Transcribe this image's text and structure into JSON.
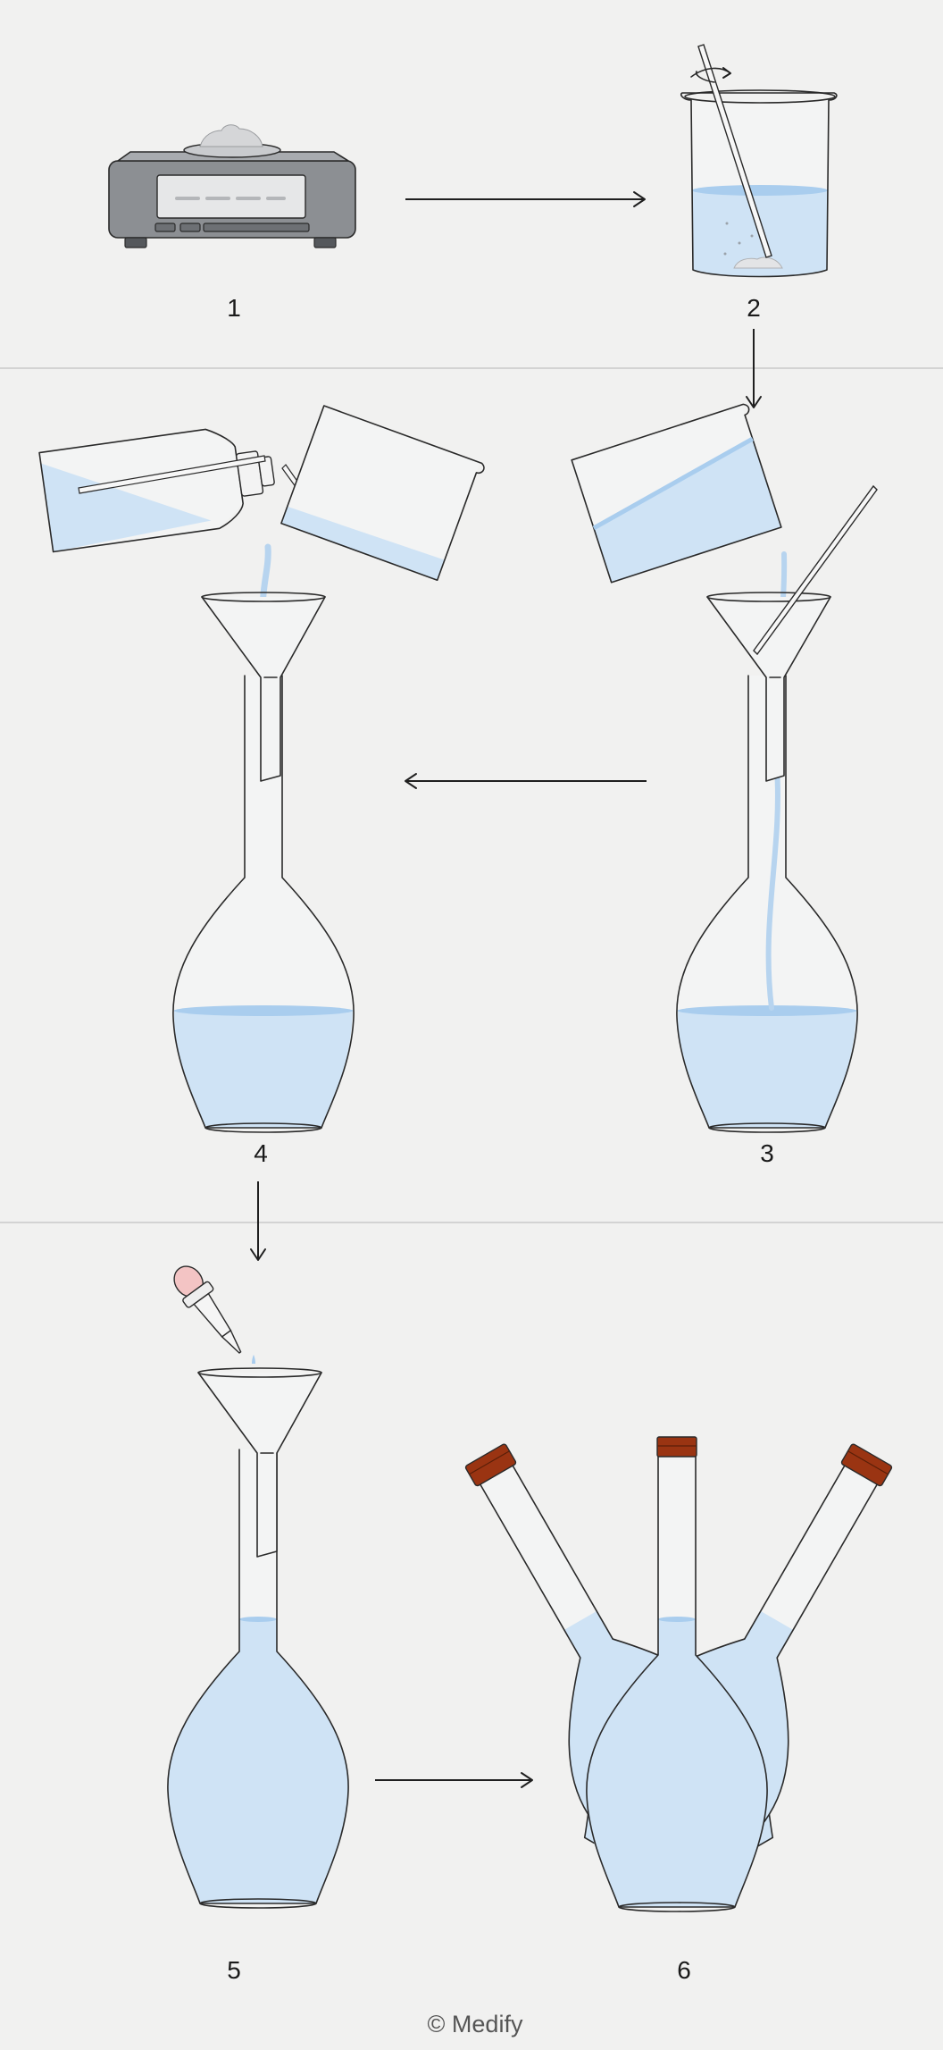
{
  "colors": {
    "background": "#f1f1f0",
    "divider": "#c9c9c9",
    "liquid": "#cfe3f5",
    "liquid_surface": "#a9cdee",
    "cork": "#9a3412",
    "dropper_bulb": "#f3c4c4",
    "scale_body": "#8c8f93"
  },
  "steps": [
    {
      "number": "1",
      "icon": "balance-scale-icon"
    },
    {
      "number": "2",
      "icon": "beaker-stirring-icon"
    },
    {
      "number": "3",
      "icon": "pour-into-flask-icon"
    },
    {
      "number": "4",
      "icon": "rinse-into-flask-icon"
    },
    {
      "number": "5",
      "icon": "dropper-fill-icon"
    },
    {
      "number": "6",
      "icon": "stoppered-flasks-icon"
    }
  ],
  "copyright": "© Medify"
}
